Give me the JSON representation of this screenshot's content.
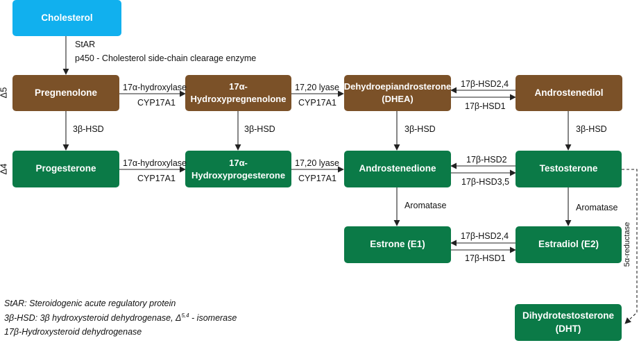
{
  "nodes": {
    "cholesterol": "Cholesterol",
    "pregnenolone": "Pregnenolone",
    "hydroxypregnenolone": "17α-Hydroxypregnenolone",
    "dhea_1": "Dehydroepiandrosterone",
    "dhea_2": "(DHEA)",
    "androstenediol": "Androstenediol",
    "progesterone": "Progesterone",
    "hydroxyprogesterone": "17α-Hydroxyprogesterone",
    "androstenedione": "Androstenedione",
    "testosterone": "Testosterone",
    "estrone": "Estrone (E1)",
    "estradiol": "Estradiol (E2)",
    "dht_1": "Dihydrotestosterone",
    "dht_2": "(DHT)"
  },
  "row_labels": {
    "delta5": "Δ5",
    "delta4": "Δ4"
  },
  "edge_labels": {
    "star": "StAR",
    "p450scc": "p450 - Cholesterol side-chain clearage enzyme",
    "hydroxylase_top": "17α-hydroxylase",
    "cyp_top_1": "CYP17A1",
    "lyase_top": "17,20 lyase",
    "cyp_top_2": "CYP17A1",
    "hsd_dhea_up": "17β-HSD2,4",
    "hsd_dhea_down": "17β-HSD1",
    "hsd3b_1": "3β-HSD",
    "hsd3b_2": "3β-HSD",
    "hsd3b_3": "3β-HSD",
    "hsd3b_4": "3β-HSD",
    "hydroxylase_bottom": "17α-hydroxylase",
    "cyp_bottom_1": "CYP17A1",
    "lyase_bottom": "17,20 lyase",
    "cyp_bottom_2": "CYP17A1",
    "hsd_testo_up": "17β-HSD2",
    "hsd_testo_down": "17β-HSD3,5",
    "aromatase_1": "Aromatase",
    "aromatase_2": "Aromatase",
    "hsd_estr_up": "17β-HSD2,4",
    "hsd_estr_down": "17β-HSD1",
    "reductase": "5α-reductase"
  },
  "legend": {
    "line1": "StAR: Steroidogenic acute regulatory protein",
    "line2_a": "3β-HSD: 3β hydroxysteroid dehydrogenase, Δ",
    "line2_sup": "5,4",
    "line2_b": " - isomerase",
    "line3": "17β-Hydroxysteroid dehydrogenase"
  },
  "colors": {
    "cholesterol": "#11b0ee",
    "delta5": "#7b5128",
    "delta4": "#0b7a47"
  }
}
